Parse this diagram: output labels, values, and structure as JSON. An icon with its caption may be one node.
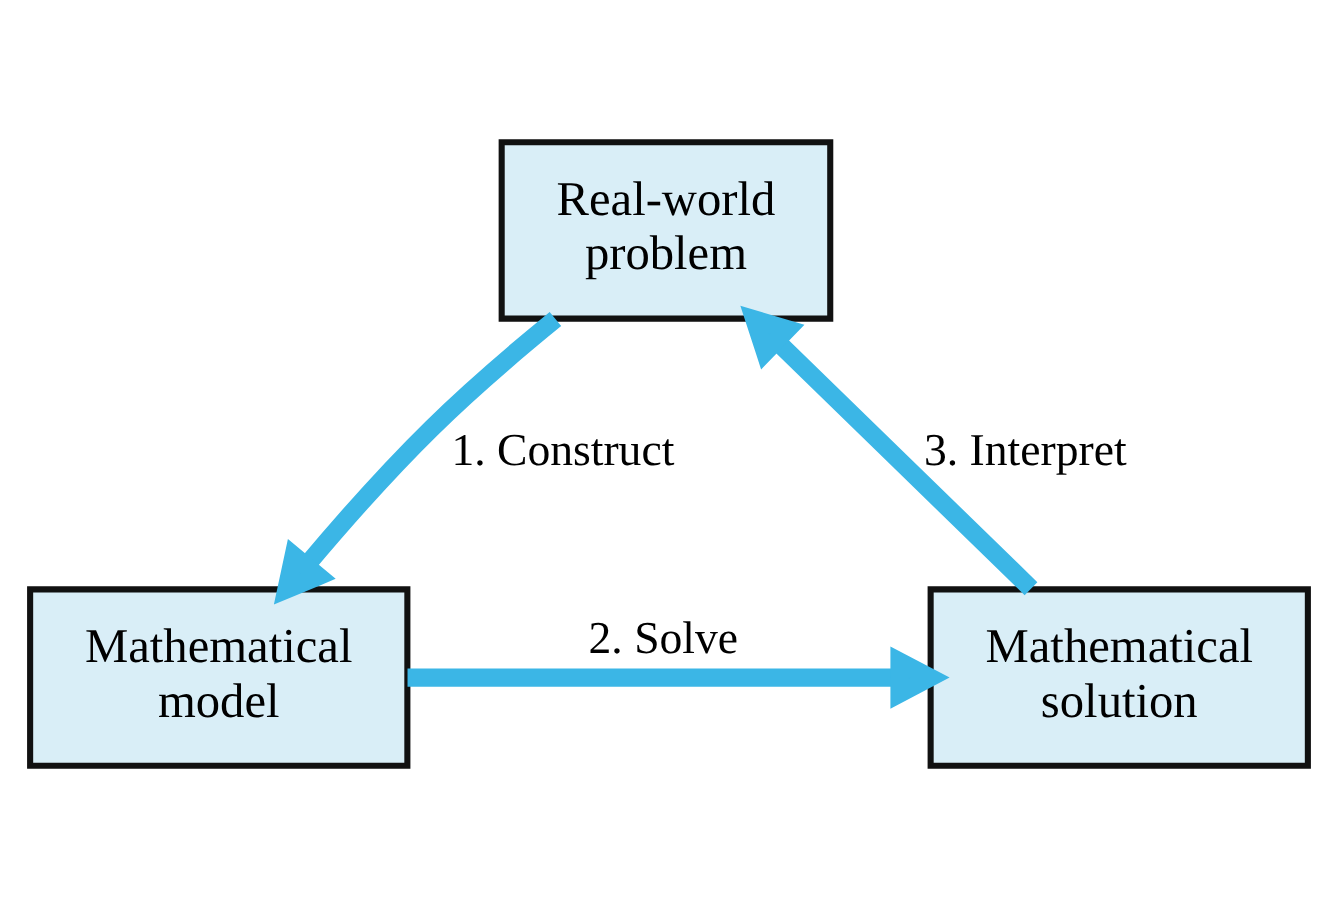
{
  "diagram": {
    "nodes": [
      {
        "text": [
          "Real-world problem"
        ]
      },
      {
        "text": [
          "Mathematical model"
        ]
      },
      {
        "text": [
          "Mathematical solution"
        ]
      }
    ],
    "edges": [
      {
        "from": 0,
        "to": 1,
        "arrow": "to",
        "label": "1. Construct"
      },
      {
        "from": 1,
        "to": 2,
        "arrow": "to",
        "label": "2. Solve"
      },
      {
        "from": 2,
        "to": 0,
        "arrow": "to",
        "label": "3. Interpret"
      }
    ]
  }
}
